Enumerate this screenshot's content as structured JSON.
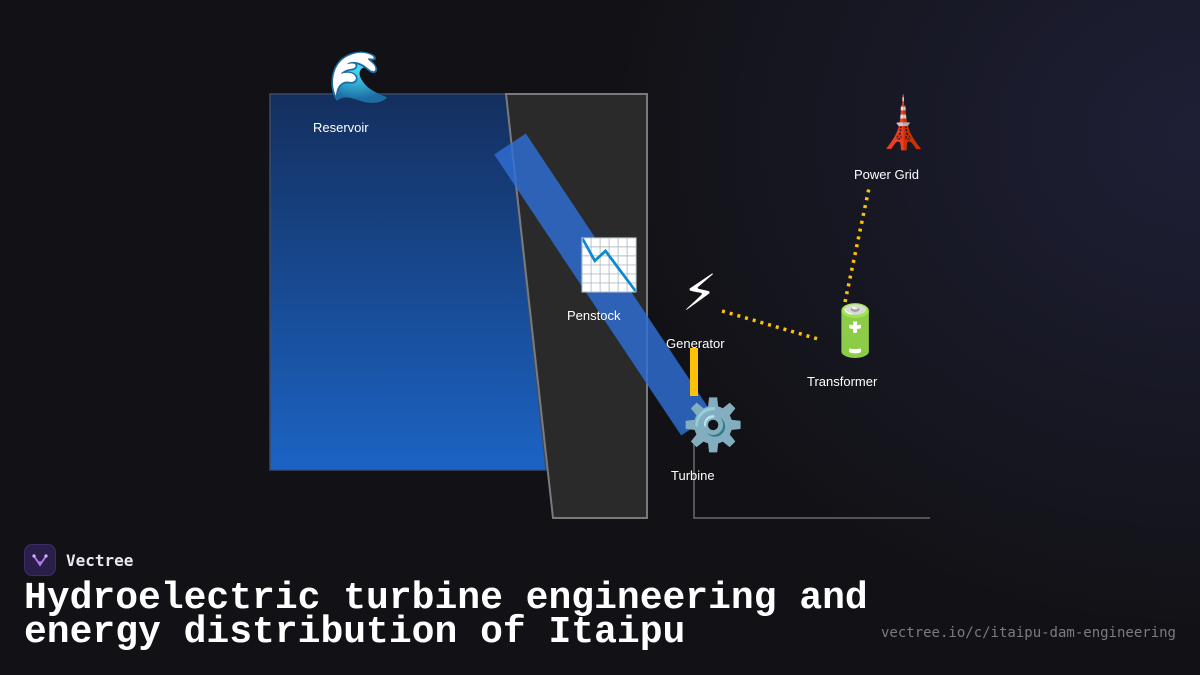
{
  "diagram": {
    "title": "Hydroelectric turbine engineering and energy distribution of Itaipu",
    "nodes": [
      {
        "id": "reservoir",
        "label": "Reservoir",
        "icon": "water-wave-icon",
        "glyph": "🌊"
      },
      {
        "id": "penstock",
        "label": "Penstock",
        "icon": "chart-decreasing-icon",
        "glyph": "📉"
      },
      {
        "id": "generator",
        "label": "Generator",
        "icon": "lightning-icon",
        "glyph": "⚡"
      },
      {
        "id": "turbine",
        "label": "Turbine",
        "icon": "gear-icon",
        "glyph": "⚙️"
      },
      {
        "id": "transformer",
        "label": "Transformer",
        "icon": "battery-icon",
        "glyph": "🔋"
      },
      {
        "id": "power-grid",
        "label": "Power Grid",
        "icon": "transmission-tower-icon",
        "glyph": "🗼"
      }
    ],
    "edges": [
      {
        "from": "reservoir",
        "to": "turbine",
        "style": "water-flow"
      },
      {
        "from": "turbine",
        "to": "generator",
        "style": "shaft"
      },
      {
        "from": "generator",
        "to": "transformer",
        "style": "dotted-power"
      },
      {
        "from": "transformer",
        "to": "power-grid",
        "style": "dotted-power"
      }
    ],
    "colors": {
      "water": "#1e5bb8",
      "dam": "#2b2b2b",
      "power_line": "#ffc107",
      "penstock": "#2f6fd6"
    }
  },
  "footer": {
    "brand": "Vectree",
    "title": "Hydroelectric turbine engineering and energy distribution of Itaipu",
    "url": "vectree.io/c/itaipu-dam-engineering"
  }
}
